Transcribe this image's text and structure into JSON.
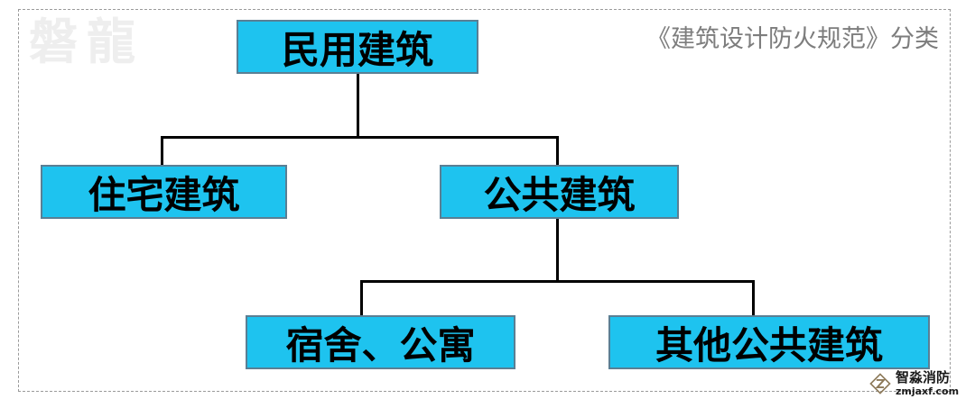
{
  "diagram": {
    "caption": "《建筑设计防火规范》分类",
    "watermark_left": "磐龍",
    "colors": {
      "node_fill": "#1ec3ef",
      "node_border": "#5a7f94",
      "connector": "#000000",
      "frame_dashed": "#9a9a9a",
      "caption_text": "#7d7d7d",
      "watermark_left_text": "#eeeeee"
    },
    "nodes": {
      "root": "民用建筑",
      "residential": "住宅建筑",
      "public": "公共建筑",
      "dormitory_apartment": "宿舍、公寓",
      "other_public": "其他公共建筑"
    },
    "edges": [
      {
        "from": "民用建筑",
        "to": "住宅建筑"
      },
      {
        "from": "民用建筑",
        "to": "公共建筑"
      },
      {
        "from": "公共建筑",
        "to": "宿舍、公寓"
      },
      {
        "from": "公共建筑",
        "to": "其他公共建筑"
      }
    ]
  },
  "brand": {
    "name_cn": "智淼消防",
    "url": "zmjaxf.com",
    "logo_icon": "diamond-z-logo-icon"
  }
}
